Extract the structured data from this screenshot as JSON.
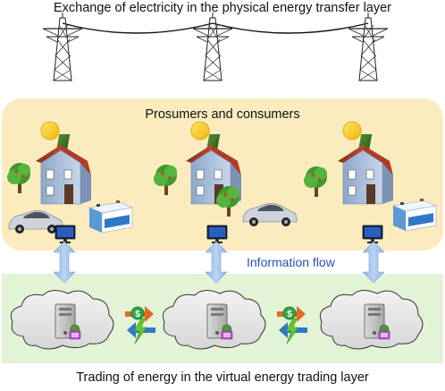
{
  "titles": {
    "top": "Exchange of electricity in the physical energy transfer layer",
    "prosumers": "Prosumers and consumers",
    "information_flow": "Information flow",
    "bottom": "Trading of energy in the virtual energy trading layer"
  },
  "colors": {
    "physical_layer_bg": "#fbecc0",
    "virtual_layer_bg": "#e3f3d6",
    "info_arrow": "#9ec2ea",
    "info_text": "#2a4fb8",
    "trade_arrow_orange": "#e46a22",
    "trade_arrow_blue": "#2f79c8",
    "lightning": "#63c832",
    "dollar_coin": "#2fa64a",
    "sun": "#f6c400"
  },
  "icons": [
    "transmission-tower-icon",
    "sun-icon",
    "solar-panel-icon",
    "house-icon",
    "tree-icon",
    "car-icon",
    "battery-icon",
    "monitor-icon",
    "cloud-icon",
    "server-icon",
    "dollar-icon",
    "lightning-icon"
  ]
}
